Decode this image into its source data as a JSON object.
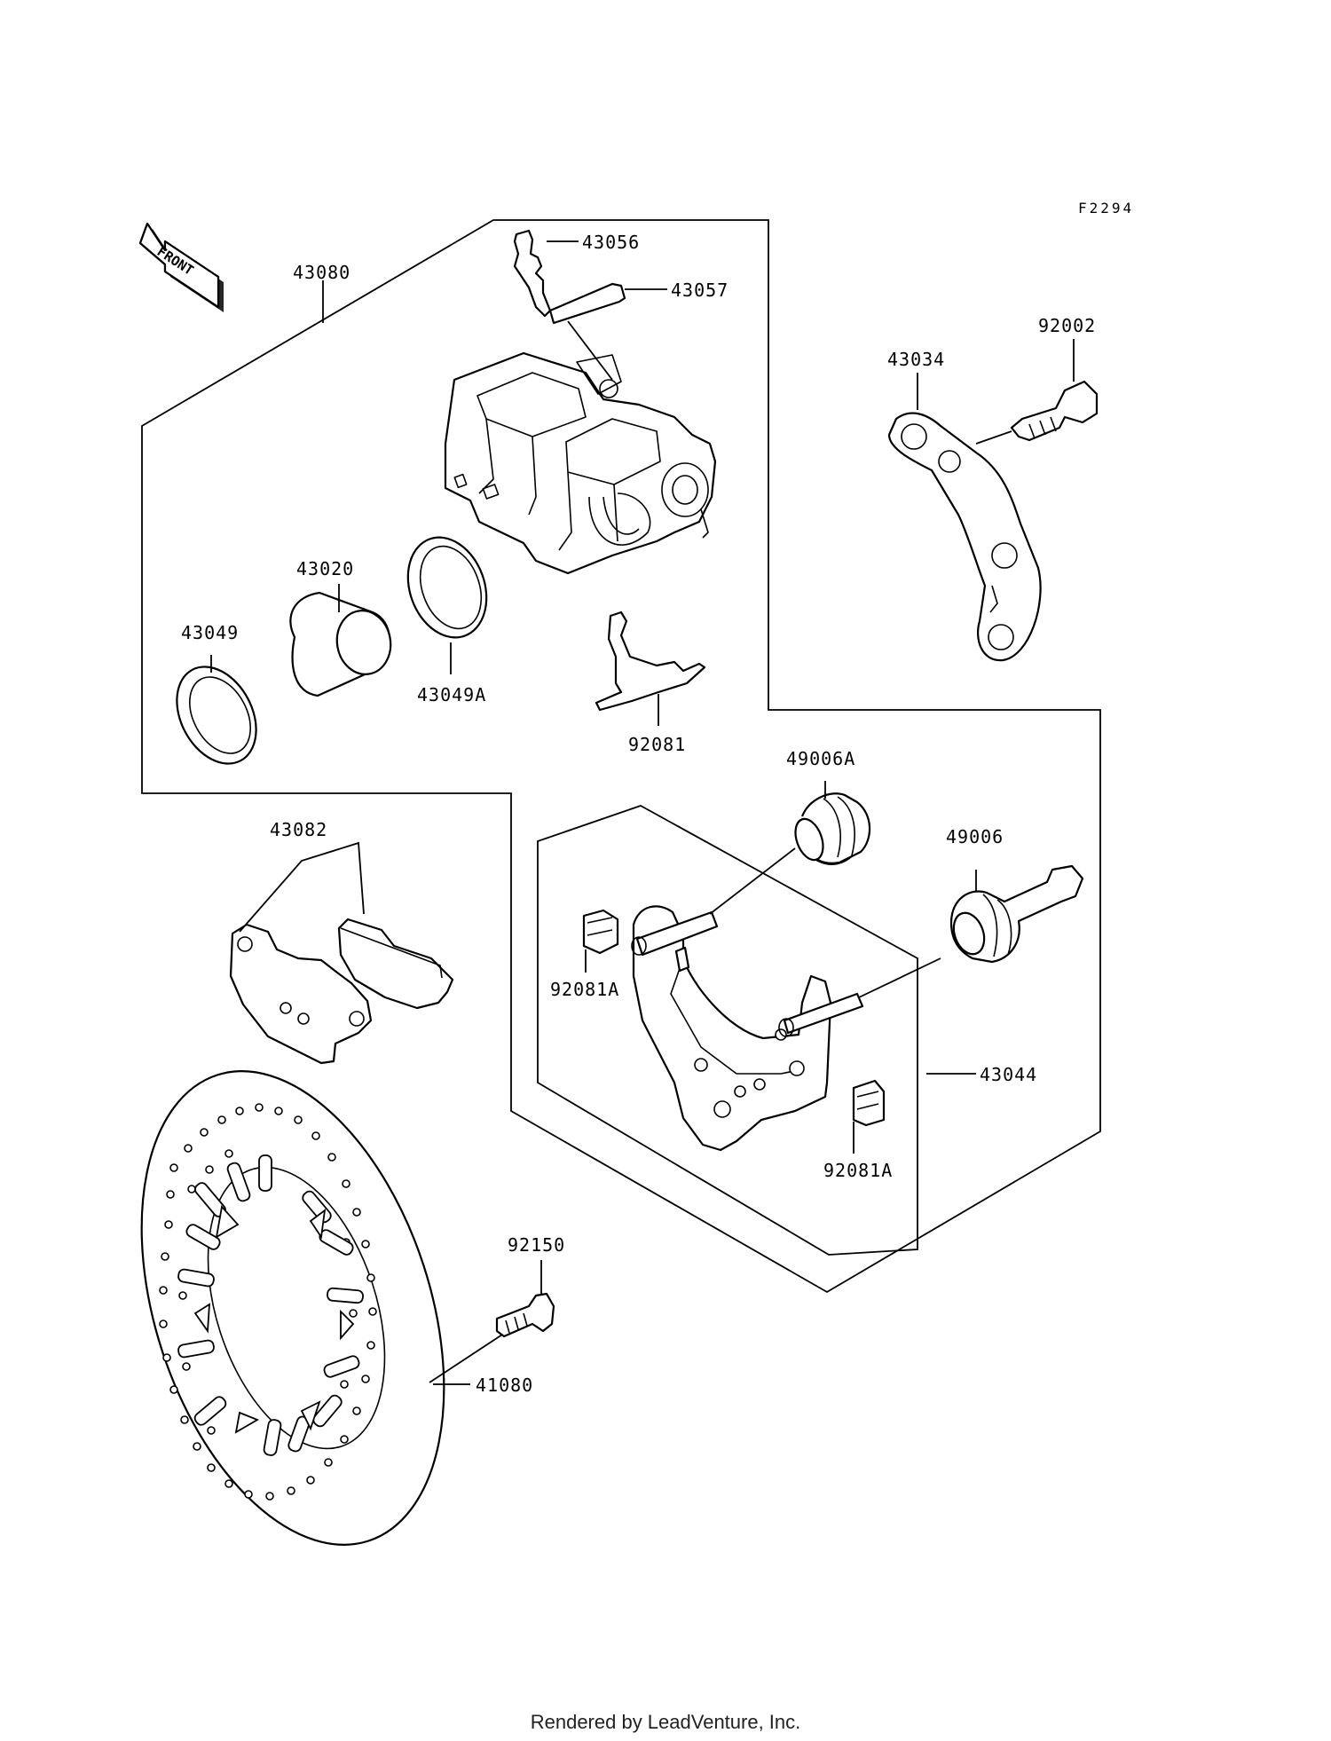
{
  "figure_code": "F2294",
  "front_label": "FRONT",
  "footer": "Rendered by LeadVenture, Inc.",
  "parts": {
    "caliper_assy": "43080",
    "bleed_valve": "43056",
    "cap": "43057",
    "piston": "43020",
    "seal_outer": "43049",
    "seal_piston": "43049A",
    "spring": "92081",
    "pads": "43082",
    "torque_link": "43034",
    "bolt_torque": "92002",
    "boot_a": "49006A",
    "boot": "49006",
    "bracket_assy": "43044",
    "clip_top": "92081A",
    "clip_bottom": "92081A",
    "disc_bolt": "92150",
    "disc": "41080"
  }
}
